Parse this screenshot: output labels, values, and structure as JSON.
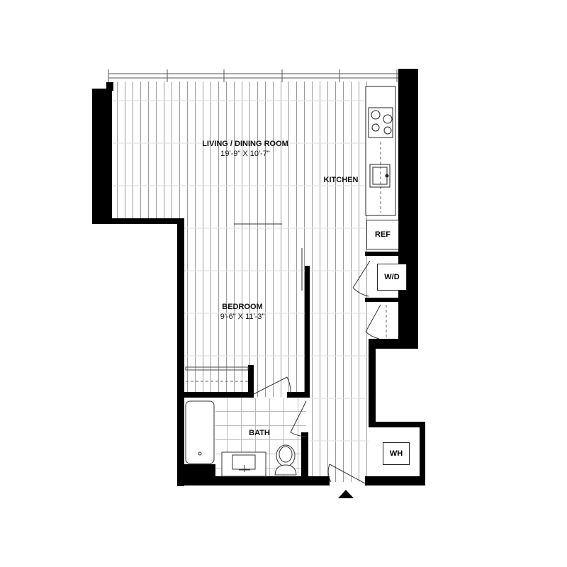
{
  "rooms": {
    "living": {
      "name": "LIVING / DINING ROOM",
      "dims": "19'-9\" X 10'-7\""
    },
    "kitchen": {
      "name": "KITCHEN"
    },
    "bedroom": {
      "name": "BEDROOM",
      "dims": "9'-6\" X 11'-3\""
    },
    "bath": {
      "name": "BATH"
    }
  },
  "appliances": {
    "ref": "REF",
    "wd": "W/D",
    "wh": "WH"
  },
  "colors": {
    "wall": "#000000",
    "floor_line": "#9a9a9a",
    "tile_line": "#bbbbbb"
  }
}
